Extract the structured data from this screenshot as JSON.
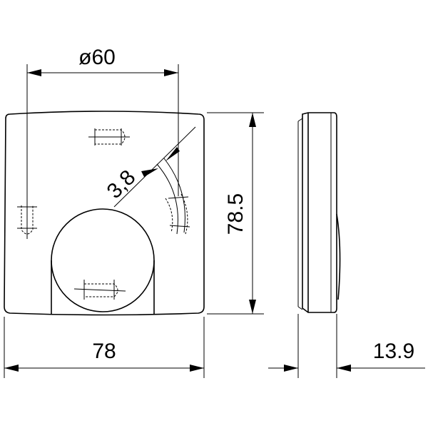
{
  "dimensions": {
    "diameter": "ø60",
    "height": "78.5",
    "width": "78",
    "depth": "13.9",
    "slot_width": "3,8"
  }
}
